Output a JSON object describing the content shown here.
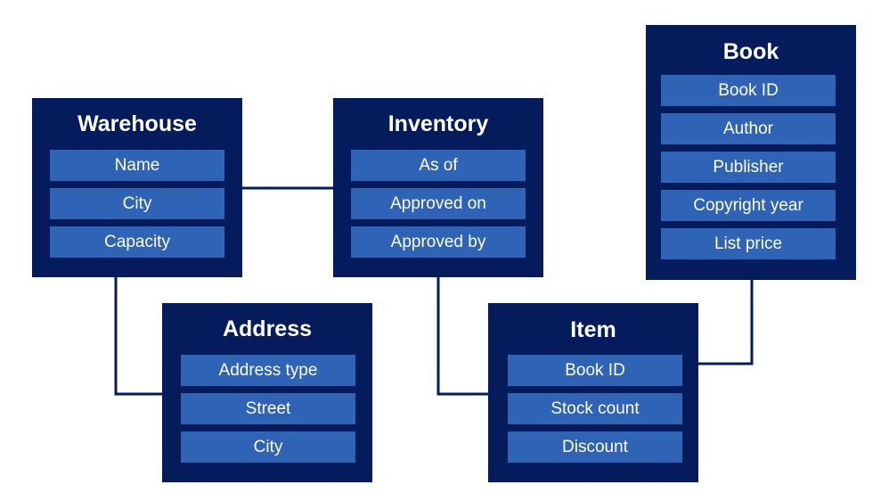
{
  "entities": {
    "warehouse": {
      "title": "Warehouse",
      "fields": [
        "Name",
        "City",
        "Capacity"
      ]
    },
    "inventory": {
      "title": "Inventory",
      "fields": [
        "As of",
        "Approved on",
        "Approved by"
      ]
    },
    "book": {
      "title": "Book",
      "fields": [
        "Book ID",
        "Author",
        "Publisher",
        "Copyright year",
        "List price"
      ]
    },
    "address": {
      "title": "Address",
      "fields": [
        "Address type",
        "Street",
        "City"
      ]
    },
    "item": {
      "title": "Item",
      "fields": [
        "Book ID",
        "Stock count",
        "Discount"
      ]
    }
  },
  "colors": {
    "entity_bg": "#041c5c",
    "field_bg": "#2f63b6",
    "text": "#ffffff",
    "connector": "#041c5c"
  }
}
